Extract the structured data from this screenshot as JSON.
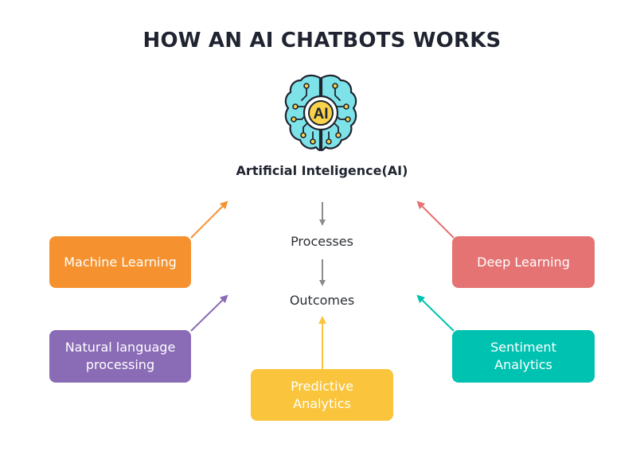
{
  "title": "HOW AN AI CHATBOTS WORKS",
  "brain_badge": "AI",
  "center_label": "Artificial Inteligence(AI)",
  "flow": {
    "processes": "Processes",
    "outcomes": "Outcomes"
  },
  "boxes": {
    "machine_learning": {
      "label": "Machine Learning",
      "color": "#f5922f"
    },
    "nlp": {
      "line1": "Natural language",
      "line2": "processing",
      "color": "#8a6bb6"
    },
    "predictive": {
      "line1": "Predictive",
      "line2": "Analytics",
      "color": "#fac53d"
    },
    "deep_learning": {
      "label": "Deep Learning",
      "color": "#e57373"
    },
    "sentiment": {
      "line1": "Sentiment",
      "line2": "Analytics",
      "color": "#00c2b1"
    }
  },
  "colors": {
    "brain_fill": "#7ee3e8",
    "brain_stroke": "#1f2430",
    "badge_fill": "#f8d24b",
    "flow_arrow": "#8c8c8c"
  }
}
